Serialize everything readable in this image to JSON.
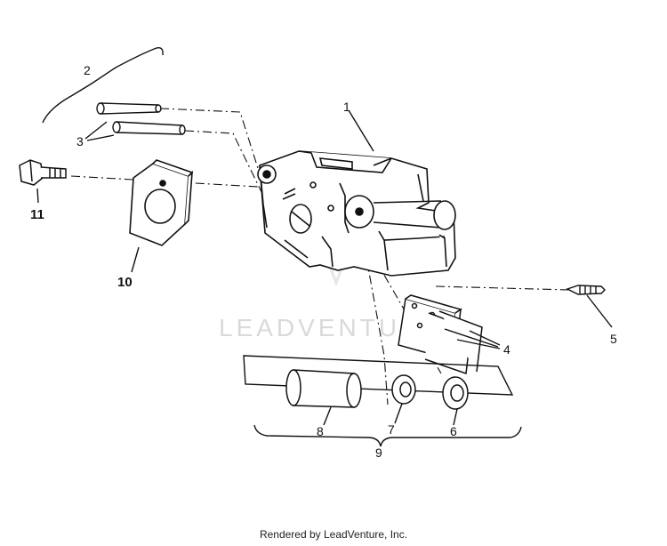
{
  "callouts": {
    "c1": "1",
    "c2": "2",
    "c3": "3",
    "c4": "4",
    "c5": "5",
    "c6": "6",
    "c7": "7",
    "c8": "8",
    "c9": "9",
    "c10": "10",
    "c11": "11"
  },
  "watermark": "LEADVENTURE",
  "footer": "Rendered by LeadVenture, Inc.",
  "colors": {
    "ink": "#111111",
    "watermark": "#d9d9d9",
    "background": "#ffffff"
  }
}
